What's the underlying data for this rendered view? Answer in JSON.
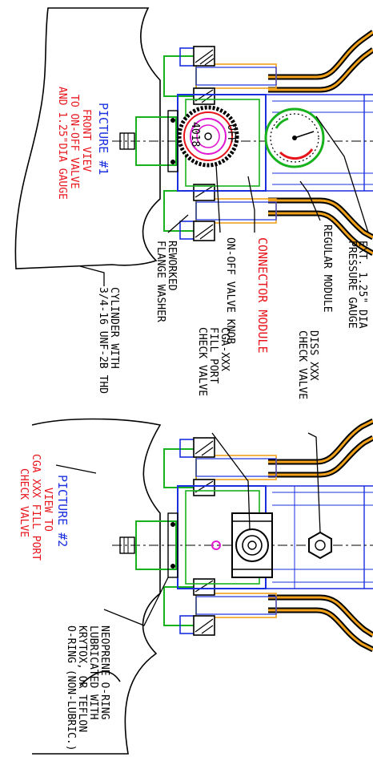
{
  "labels": {
    "ext_gauge_l1": "EXT. 1.25\" DIA",
    "ext_gauge_l2": "PRESSURE GAUGE",
    "regular_module": "REGULAR MODULE",
    "diss_l1": "DISS XXX",
    "diss_l2": "CHECK VALVE",
    "connector_module": "CONNECTOR MODULE",
    "onoff_knob": "ON-OFF VALVE KNOB",
    "cga_l1": "CGA-XXX",
    "cga_l2": "FILL PORT",
    "cga_l3": "CHECK VALVE",
    "reworked_l1": "REWORKED",
    "reworked_l2": "FLANGE WASHER",
    "cylinder_l1": "CYLINDER WITH",
    "cylinder_l2": "3/4-16 UNF-2B THD",
    "pic1_l1": "PICTURE #1",
    "pic1_l2": "FRONT VIEV",
    "pic1_l3": "TO ON-OFF VALVE",
    "pic1_l4": "AND 1.25\"DIA GAUGE",
    "pic2_l1": "PICTURE #2",
    "pic2_l2": "VIEW TO",
    "pic2_l3": "CGA XXX FILL PORT",
    "pic2_l4": "CHECK VALVE",
    "neoprene_l1": "NEOPRENE O-RING",
    "neoprene_l2": "LUBRICATED WITH",
    "neoprene_l3": "KRYTOX, OR TEFLON",
    "neoprene_l4": "O-RING (NON-LUBRIC.)"
  },
  "dial_marks": {
    "mark_a": "4018",
    "mark_b": "OFF"
  },
  "colors": {
    "red": "#e8141b",
    "blue": "#1a2fe0",
    "green": "#18b21e",
    "orange": "#f2a21a",
    "magenta": "#e01ad2",
    "black": "#000000"
  }
}
